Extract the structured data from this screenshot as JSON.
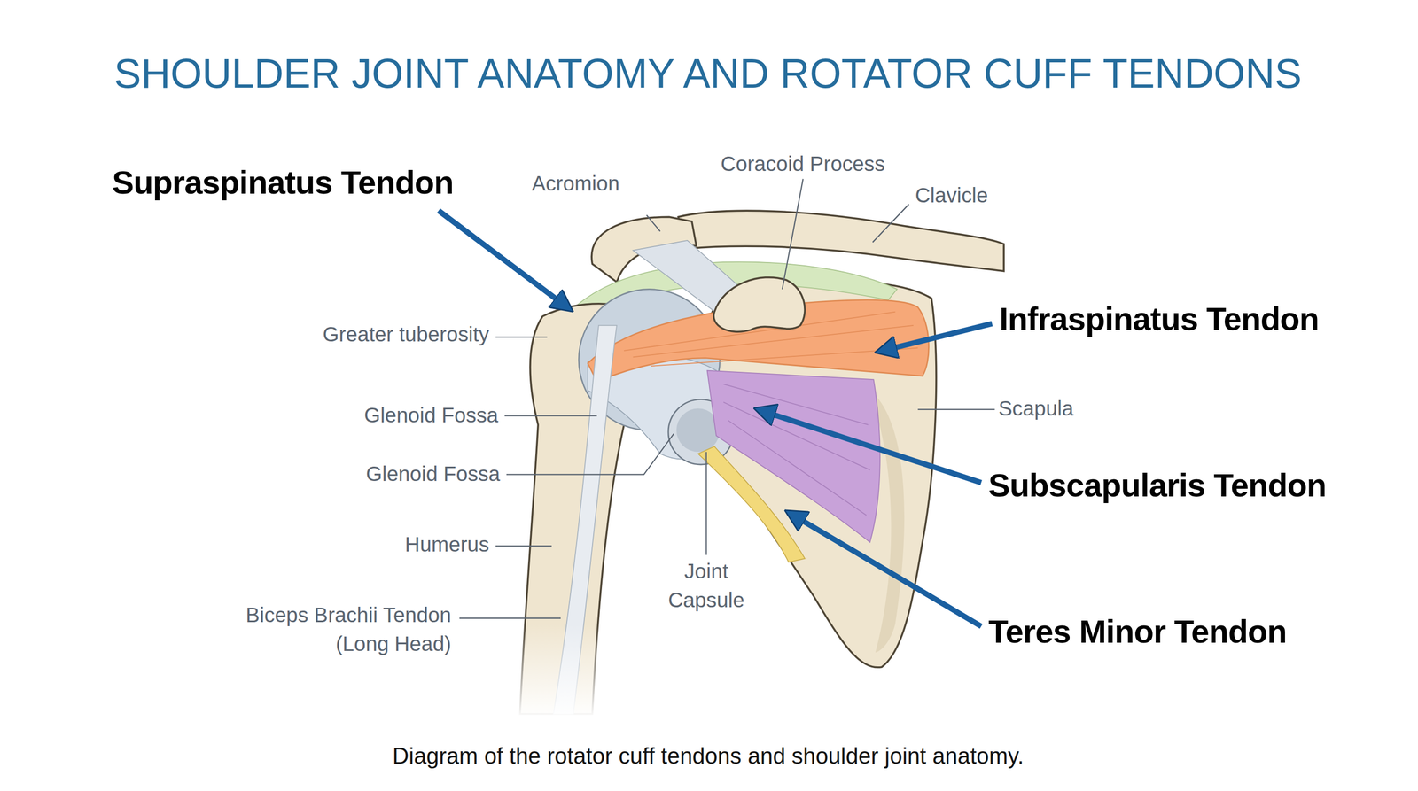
{
  "diagram": {
    "title": "SHOULDER JOINT ANATOMY AND ROTATOR CUFF TENDONS",
    "caption": "Diagram of the rotator cuff tendons and shoulder joint anatomy.",
    "labels": [
      "Supraspinatus Tendon",
      "Acromion",
      "Coracoid Process",
      "Clavicle",
      "Infraspinatus Tendon",
      "Greater tuberosity",
      "Scapula",
      "Glenoid Fossa",
      "Glenoid Fossa",
      "Subscapularis Tendon",
      "Joint Capsule",
      "Humerus",
      "Teres Minor Tendon",
      "Biceps Brachii Tendon (Long Head)"
    ]
  }
}
